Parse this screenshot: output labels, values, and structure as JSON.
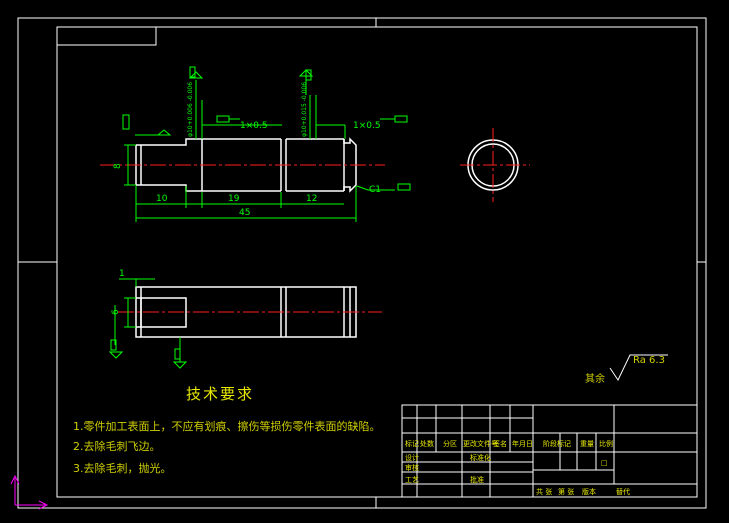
{
  "colors": {
    "frame": "#ffffff",
    "dimension": "#00ff00",
    "centerline": "#ff2020",
    "text": "#e8e800",
    "ucs": "#ff00ff"
  },
  "dimensions": {
    "d_left_diam": "8",
    "d_len1": "10",
    "d_len2": "19",
    "d_len3": "12",
    "d_total": "45",
    "d_chamfer1": "1×0.5",
    "d_chamfer2": "1×0.5",
    "d_chamfer_end": "C1",
    "d_tol1": "φ10+0.006 -0.006",
    "d_tol2": "φ10+0.015 -0.006",
    "d_bore": "6",
    "d_bore_top": "1"
  },
  "roughness": {
    "other_label": "其余",
    "ra_label": "Ra 6.3"
  },
  "tech": {
    "heading": "技术要求",
    "items": [
      "1.零件加工表面上，不应有划痕、擦伤等损伤零件表面的缺陷。",
      "2.去除毛刺飞边。",
      "3.去除毛刺，抛光。"
    ]
  },
  "titleblock": {
    "row1": [
      "标记",
      "处数",
      "分区",
      "更改文件号",
      "签名",
      "年月日"
    ],
    "r_design": "设计",
    "r_std": "标准化",
    "r_check": "审核",
    "r_process": "工艺",
    "r_approve": "批准",
    "stage_labels": [
      "阶段标记",
      "重量",
      "比例"
    ],
    "bottom_labels": [
      "共 张",
      "第 张",
      "版本",
      "替代"
    ],
    "sheet_box": "□"
  }
}
